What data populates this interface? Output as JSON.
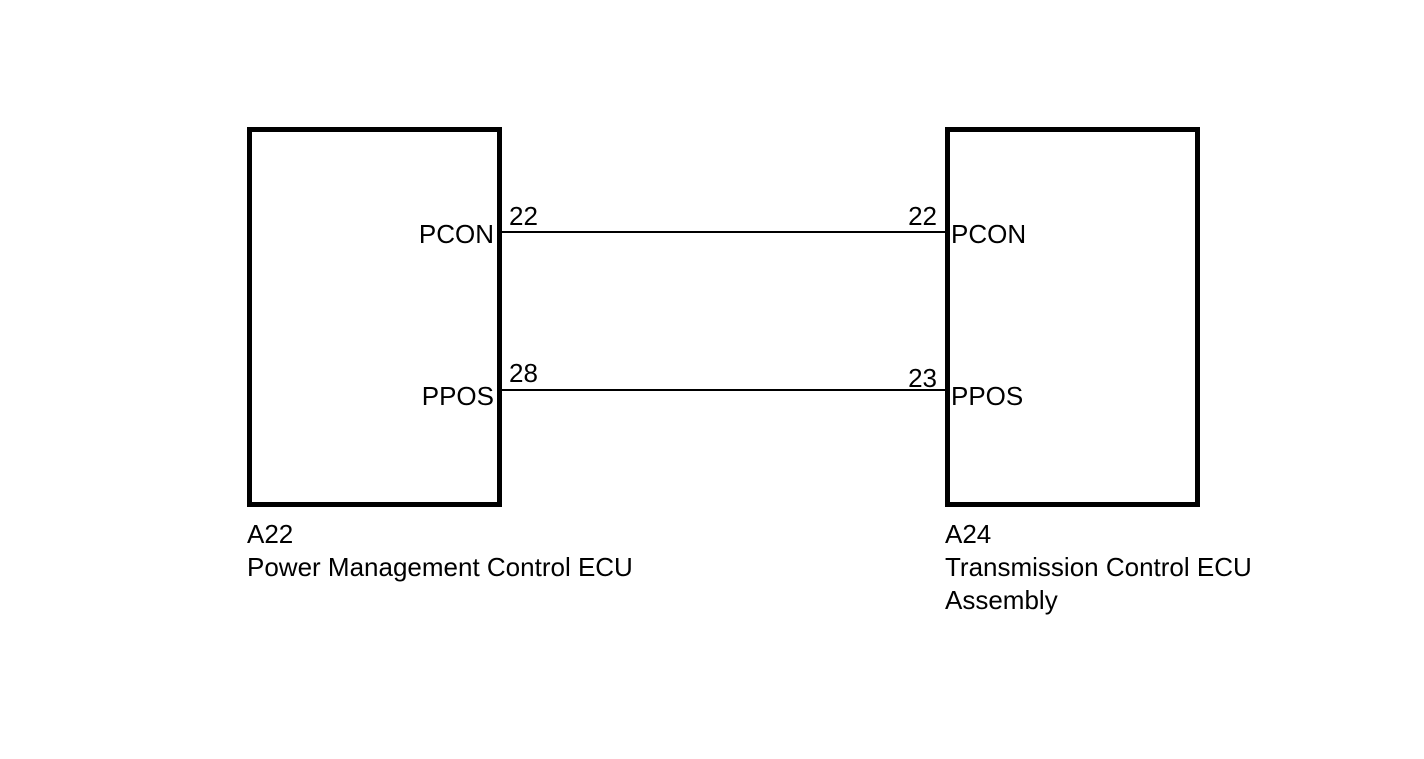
{
  "diagram_type": "wiring-diagram",
  "colors": {
    "background": "#ffffff",
    "line": "#000000",
    "text": "#000000"
  },
  "boxes": [
    {
      "code": "A22",
      "name_line1": "Power Management Control ECU",
      "pins": [
        {
          "label": "PCON",
          "number": "22"
        },
        {
          "label": "PPOS",
          "number": "28"
        }
      ]
    },
    {
      "code": "A24",
      "name_line1": "Transmission Control ECU",
      "name_line2": "Assembly",
      "pins": [
        {
          "label": "PCON",
          "number": "22"
        },
        {
          "label": "PPOS",
          "number": "23"
        }
      ]
    }
  ],
  "wires": [
    {
      "signal": "PCON",
      "from_component": "A22",
      "from_pin": "22",
      "to_component": "A24",
      "to_pin": "22"
    },
    {
      "signal": "PPOS",
      "from_component": "A22",
      "from_pin": "28",
      "to_component": "A24",
      "to_pin": "23"
    }
  ]
}
